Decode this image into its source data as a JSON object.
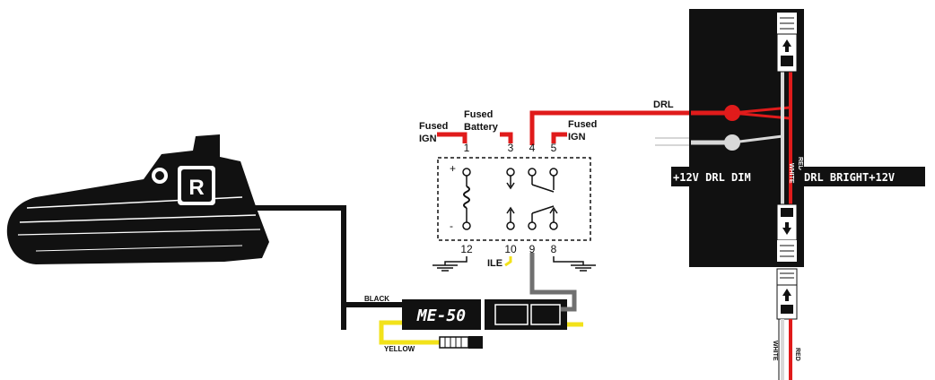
{
  "relay": {
    "fused_ign_left": [
      "Fused",
      "IGN"
    ],
    "fused_battery": [
      "Fused",
      "Battery"
    ],
    "fused_ign_right": [
      "Fused",
      "IGN"
    ],
    "top_pins": [
      "1",
      "3",
      "4",
      "5"
    ],
    "bottom_pins": [
      "12",
      "10",
      "9",
      "8"
    ],
    "ile_label": "ILE",
    "plus": "+",
    "minus": "-"
  },
  "wires": {
    "drl_label": "DRL",
    "black_label": "BLACK",
    "yellow_label": "YELLOW",
    "red_label": "RED",
    "white_label": "WHITE"
  },
  "controller": {
    "module_label": "ME-50",
    "knob_letter": "R"
  },
  "led_panel": {
    "dim_label": "+12V DRL DIM",
    "bright_label": "DRL BRIGHT+12V"
  },
  "colors": {
    "red": "#e01b1b",
    "yellow": "#f2e21a",
    "black": "#111111",
    "grey": "#707070",
    "white_wire": "#d8d8d8"
  }
}
